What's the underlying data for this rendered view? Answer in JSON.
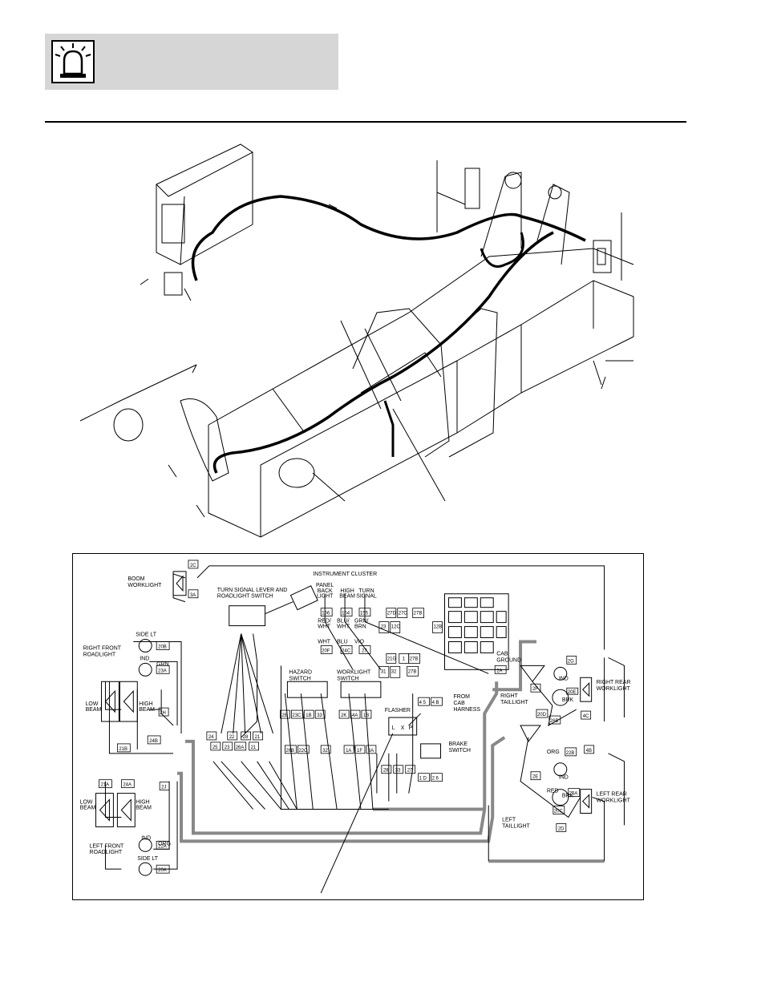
{
  "header": {
    "icon": "beacon-light-icon"
  },
  "schematic": {
    "labels": {
      "boom_worklight": [
        "BOOM",
        "WORKLIGHT"
      ],
      "turn_signal_lever": [
        "TURN SIGNAL LEVER AND",
        "ROADLIGHT SWITCH"
      ],
      "instrument_cluster": "INSTRUMENT CLUSTER",
      "panel_back_light": [
        "PANEL",
        "BACK",
        "LIGHT"
      ],
      "high_beam": [
        "HIGH",
        "BEAM"
      ],
      "turn_signal": [
        "TURN",
        "SIGNAL"
      ],
      "right_front_roadlight": [
        "RIGHT FRONT",
        "ROADLIGHT"
      ],
      "left_front_roadlight": [
        "LEFT FRONT",
        "ROADLIGHT"
      ],
      "side_lt": "SIDE LT",
      "ind": "IND",
      "grn": "GRN",
      "org": "ORG",
      "low_beam": [
        "LOW",
        "BEAM"
      ],
      "high_beam_lamp": [
        "HIGH",
        "BEAM"
      ],
      "hazard_switch": [
        "HAZARD",
        "SWITCH"
      ],
      "worklight_switch": [
        "WORKLIGHT",
        "SWITCH"
      ],
      "flasher": "FLASHER",
      "flasher_pins": [
        "L",
        "X",
        "P"
      ],
      "from_cab_harness": [
        "FROM",
        "CAB",
        "HARNESS"
      ],
      "brake_switch": [
        "BRAKE",
        "SWITCH"
      ],
      "cab_ground": [
        "CAB",
        "GROUND"
      ],
      "right_rear_worklight": [
        "RIGHT REAR",
        "WORKLIGHT"
      ],
      "right_taillight": [
        "RIGHT",
        "TAILLIGHT"
      ],
      "left_rear_worklight": [
        "LEFT REAR",
        "WORKLIGHT"
      ],
      "left_taillight": [
        "LEFT",
        "TAILLIGHT"
      ],
      "brk": "BRK",
      "red": "RED",
      "wire_colors": [
        "RED/",
        "WHT",
        "BLU/",
        "WHT",
        "GRN/",
        "BRN",
        "WHT",
        "BLU",
        "VIO"
      ]
    },
    "wire_numbers": {
      "boom": [
        "2C",
        "3A"
      ],
      "instrument": [
        "156",
        "154",
        "155",
        "20F",
        "24C",
        "27"
      ],
      "right_front": [
        "20B",
        "23A",
        "2H",
        "24B",
        "21B"
      ],
      "left_front": [
        "21A",
        "24A",
        "2J",
        "22A",
        "20A"
      ],
      "turn_lever_top": [
        "24",
        "22",
        "28",
        "21"
      ],
      "turn_lever_bottom": [
        "25",
        "23",
        "26A",
        "21"
      ],
      "hazard_top": [
        "2B",
        "23C",
        "1B",
        "33"
      ],
      "hazard_bottom": [
        "26B",
        "22C",
        "32"
      ],
      "worklight_top": [
        "2K",
        "4A",
        "1B"
      ],
      "worklight_bottom": [
        "1A",
        "1F",
        "3A"
      ],
      "flasher": [
        "28",
        "33",
        "27"
      ],
      "brake": [
        "4 5",
        "4 B",
        "1 D",
        "2 6"
      ],
      "cluster_block": [
        "27D",
        "27C",
        "27B",
        "23",
        "12C",
        "12B",
        "21G",
        "1",
        "27B",
        "31",
        "32",
        "27B"
      ],
      "cab_ground": "2A",
      "right_rear": [
        "2G",
        "2F",
        "4C",
        "20D",
        "20E",
        "26B"
      ],
      "left_rear": [
        "4B",
        "2E",
        "22B",
        "25A",
        "20C",
        "2D"
      ]
    }
  }
}
